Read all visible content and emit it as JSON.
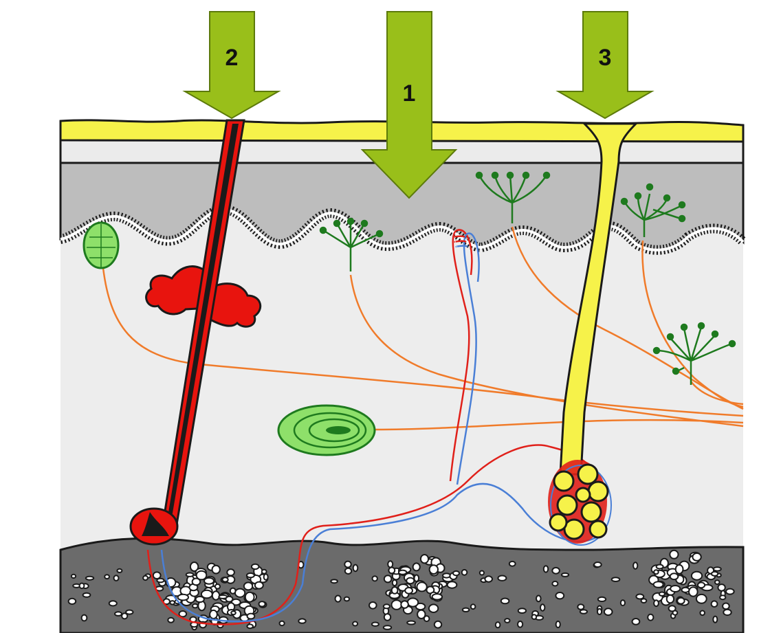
{
  "arrows": [
    {
      "id": "route-1",
      "label": "1"
    },
    {
      "id": "route-2",
      "label": "2"
    },
    {
      "id": "route-3",
      "label": "3"
    }
  ],
  "colors": {
    "arrow_green": "#99bf1a",
    "stratum_corneum_yellow": "#f6f24a",
    "living_epidermis_gray": "#bdbdbd",
    "dermis_light": "#ededed",
    "hypodermis_dark": "#6b6b6b",
    "hair_red": "#e8140e",
    "sweat_duct_yellow": "#f6f24a",
    "receptor_green": "#1e7a1e",
    "corpuscle_green": "#8ee06a",
    "nerve_orange": "#f07b2a",
    "artery_red": "#e0201a",
    "vein_blue": "#4a7fd6"
  },
  "structures": [
    "hair-follicle",
    "sebaceous-gland",
    "sweat-gland",
    "sweat-duct",
    "pacinian-corpuscle",
    "meissner-corpuscle",
    "free-nerve-endings",
    "capillary-loop",
    "fat-lobules"
  ]
}
